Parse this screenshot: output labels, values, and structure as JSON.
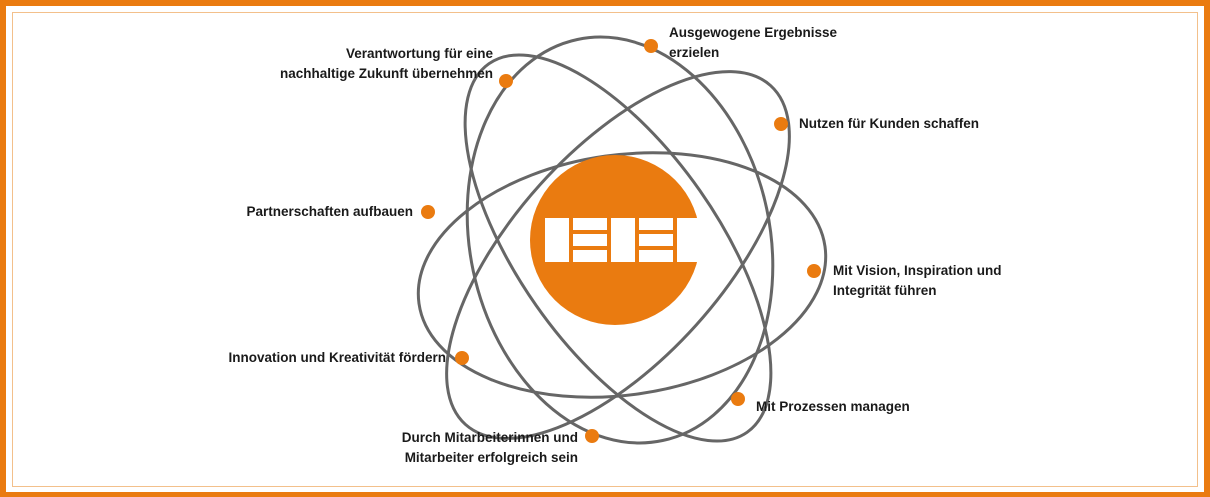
{
  "colors": {
    "accent": "#ea7b10",
    "orbit": "#666666",
    "text": "#1a1a1a",
    "logo": "#ffffff"
  },
  "center": {
    "logo_icon": "company-logo-icon"
  },
  "nodes": [
    {
      "id": "ausgewogene",
      "lines": [
        "Ausgewogene Ergebnisse",
        "erzielen"
      ]
    },
    {
      "id": "nutzen",
      "lines": [
        "Nutzen für Kunden schaffen"
      ]
    },
    {
      "id": "vision",
      "lines": [
        "Mit Vision, Inspiration und",
        "Integrität führen"
      ]
    },
    {
      "id": "prozesse",
      "lines": [
        "Mit Prozessen managen"
      ]
    },
    {
      "id": "mitarbeiter",
      "lines": [
        "Durch Mitarbeiterinnen und",
        "Mitarbeiter erfolgreich sein"
      ]
    },
    {
      "id": "innovation",
      "lines": [
        "Innovation und Kreativität fördern"
      ]
    },
    {
      "id": "partnerschaften",
      "lines": [
        "Partnerschaften aufbauen"
      ]
    },
    {
      "id": "verantwortung",
      "lines": [
        "Verantwortung für eine",
        "nachhaltige Zukunft übernehmen"
      ]
    }
  ]
}
